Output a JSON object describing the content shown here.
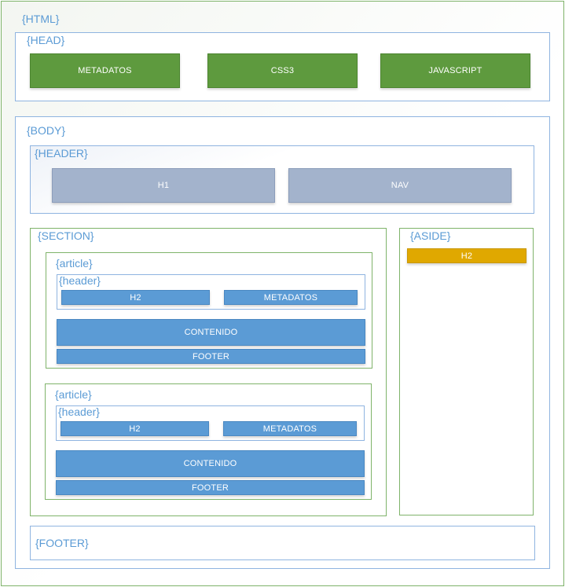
{
  "html": {
    "label": "{HTML}"
  },
  "head": {
    "label": "{HEAD}",
    "boxes": [
      "METADATOS",
      "CSS3",
      "JAVASCRIPT"
    ]
  },
  "body": {
    "label": "{BODY}"
  },
  "header": {
    "label": "{HEADER}",
    "boxes": [
      "H1",
      "NAV"
    ]
  },
  "section": {
    "label": "{SECTION}",
    "articles": [
      {
        "label": "{article}",
        "header_label": "{header}",
        "h2": "H2",
        "metadatos": "METADATOS",
        "contenido": "CONTENIDO",
        "footer": "FOOTER"
      },
      {
        "label": "{article}",
        "header_label": "{header}",
        "h2": "H2",
        "metadatos": "METADATOS",
        "contenido": "CONTENIDO",
        "footer": "FOOTER"
      }
    ]
  },
  "aside": {
    "label": "{ASIDE}",
    "h2": "H2"
  },
  "footer": {
    "label": "{FOOTER}"
  },
  "colors": {
    "frame_green": "#7fb36a",
    "frame_blue": "#8fb4e0",
    "label_blue": "#5b9bd5",
    "head_box_green": "#5e9a3e",
    "header_box_gray": "#a3b3cc",
    "article_box_blue": "#5b9bd5",
    "aside_box_gold": "#e0a800"
  }
}
